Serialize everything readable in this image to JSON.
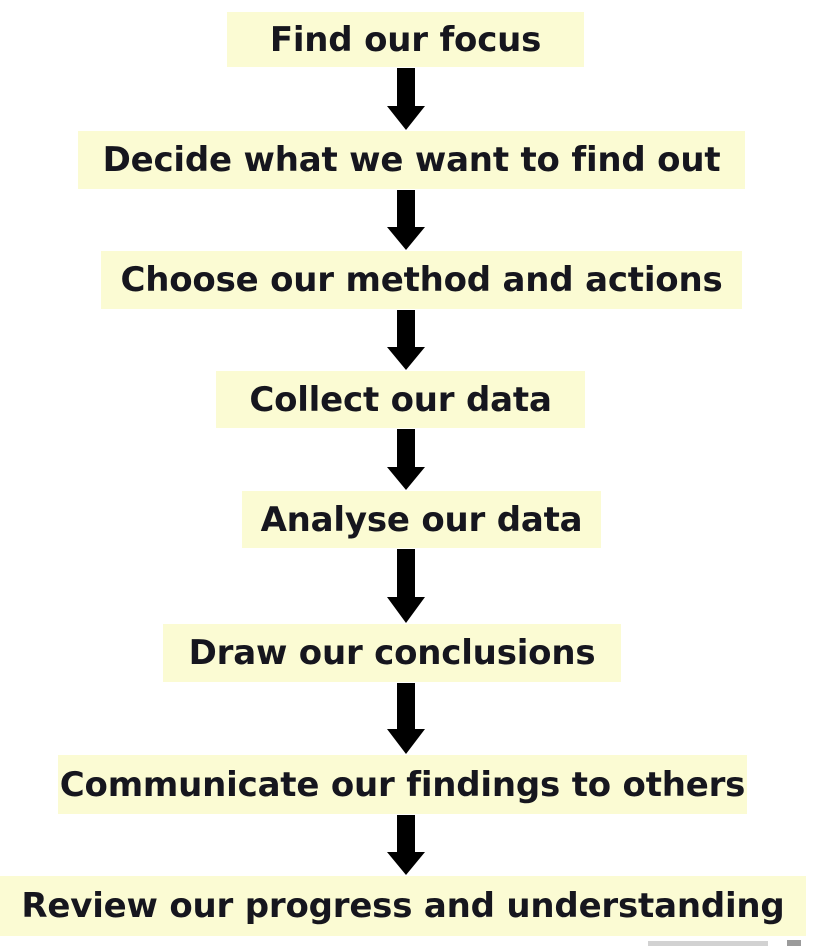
{
  "diagram": {
    "title": "Research process flowchart",
    "orientation": "vertical-top-to-bottom",
    "box_fill_color": "#fbfbd3",
    "text_color": "#16161e",
    "arrow_color": "#000000",
    "background_color": "#ffffff",
    "steps": [
      {
        "index": 1,
        "label": "Find our focus"
      },
      {
        "index": 2,
        "label": "Decide what we want to find out"
      },
      {
        "index": 3,
        "label": "Choose our method and actions"
      },
      {
        "index": 4,
        "label": "Collect our data"
      },
      {
        "index": 5,
        "label": "Analyse our data"
      },
      {
        "index": 6,
        "label": "Draw our conclusions"
      },
      {
        "index": 7,
        "label": "Communicate our findings to others"
      },
      {
        "index": 8,
        "label": "Review our progress and understanding"
      }
    ],
    "connectors": [
      {
        "from": 1,
        "to": 2,
        "icon": "down-arrow-icon"
      },
      {
        "from": 2,
        "to": 3,
        "icon": "down-arrow-icon"
      },
      {
        "from": 3,
        "to": 4,
        "icon": "down-arrow-icon"
      },
      {
        "from": 4,
        "to": 5,
        "icon": "down-arrow-icon"
      },
      {
        "from": 5,
        "to": 6,
        "icon": "down-arrow-icon"
      },
      {
        "from": 6,
        "to": 7,
        "icon": "down-arrow-icon"
      },
      {
        "from": 7,
        "to": 8,
        "icon": "down-arrow-icon"
      }
    ]
  }
}
